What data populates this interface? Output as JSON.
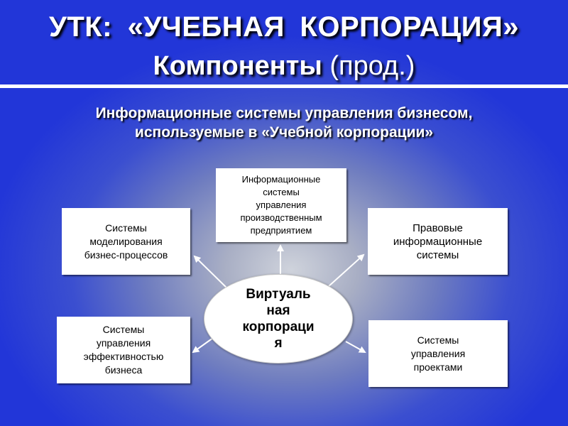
{
  "slide": {
    "title_line1": "УТК: «УЧЕБНАЯ КОРПОРАЦИЯ»",
    "title_line2_main": "Компоненты",
    "title_line2_suffix": "(прод.)",
    "subtitle_line1": "Информационные системы управления бизнесом,",
    "subtitle_line2": "используемые в «Учебной корпорации»"
  },
  "diagram": {
    "center": {
      "lines": [
        "Виртуаль",
        "ная",
        "корпораци",
        "я"
      ]
    },
    "nodes": {
      "production": {
        "lines": [
          "Информационные",
          "системы",
          "управления",
          "производственным",
          "предприятием"
        ]
      },
      "modeling": {
        "lines": [
          "Системы",
          "моделирования",
          "бизнес-процессов"
        ]
      },
      "legal": {
        "lines": [
          "Правовые",
          "информационные",
          "системы"
        ]
      },
      "efficiency": {
        "lines": [
          "Системы",
          "управления",
          "эффективностью",
          "бизнеса"
        ]
      },
      "projects": {
        "lines": [
          "Системы",
          "управления",
          "проектами"
        ]
      }
    }
  },
  "colors": {
    "background_edge": "#2236d8",
    "background_center": "#cfd3dc",
    "box_fill": "#ffffff",
    "title_text": "#ffffff",
    "arrow": "#ffffff"
  }
}
